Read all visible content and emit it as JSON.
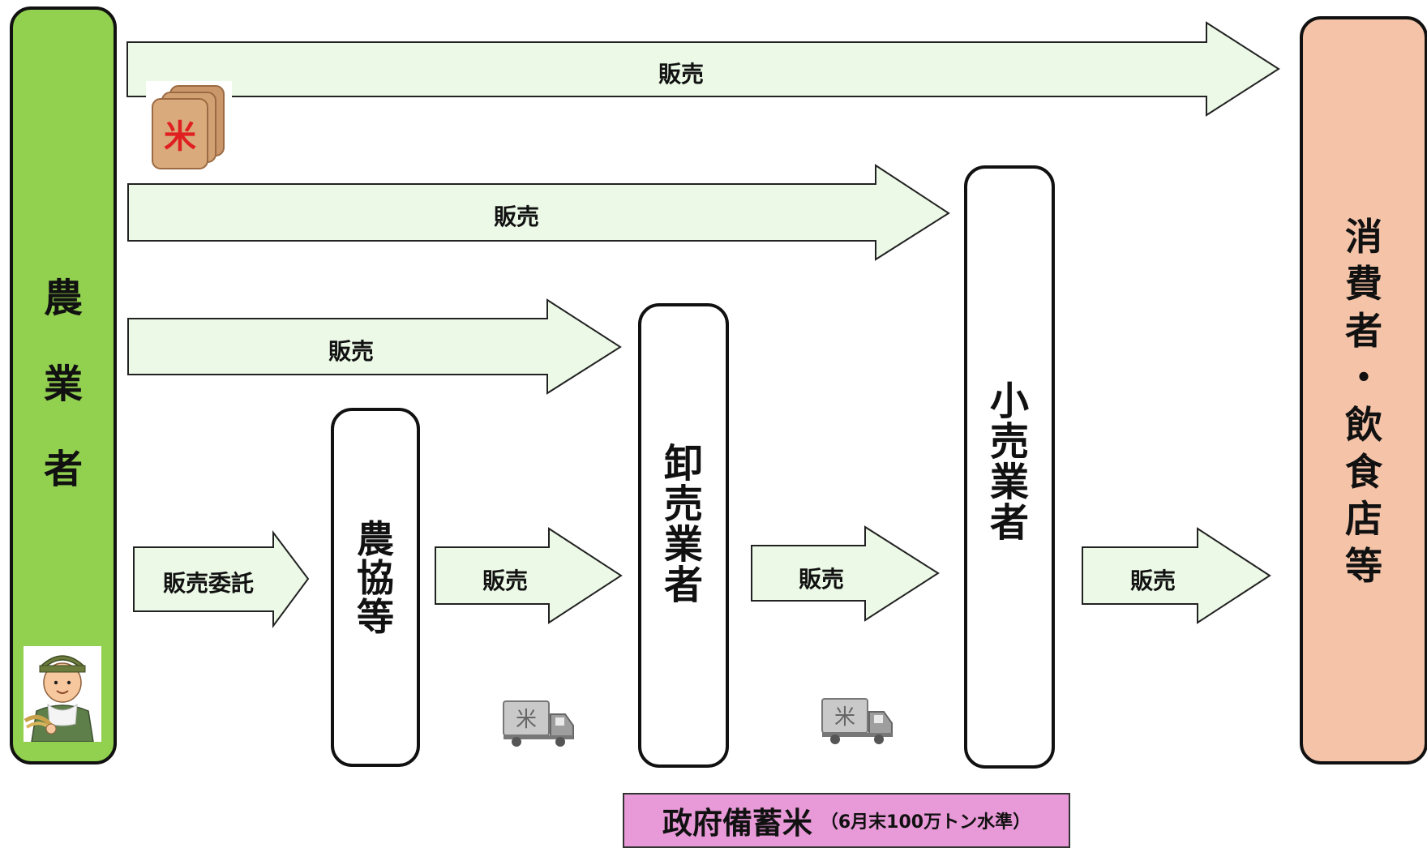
{
  "nodes": {
    "farmer": "農\n\n業\n\n者",
    "nokyo": "農\n協\n等",
    "wholesaler": "卸\n売\n業\n者",
    "retailer": "小\n売\n業\n者",
    "consumer": "消\n費\n者\n・\n飲\n食\n店\n等"
  },
  "flows": {
    "top": "販売",
    "second": "販売",
    "third": "販売",
    "consign": "販売委託",
    "to_wholesaler": "販売",
    "to_retailer": "販売",
    "to_consumer": "販売"
  },
  "reserve": {
    "main": "政府備蓄米",
    "sub": "（6月末100万トン水準）"
  },
  "icons": {
    "rice_bag_glyph": "米",
    "truck_glyph": "米"
  },
  "colors": {
    "farmer_fill": "#92d050",
    "consumer_fill": "#f4c3a8",
    "arrow_fill": "#ebf9e6",
    "reserve_fill": "#e89ad8"
  }
}
